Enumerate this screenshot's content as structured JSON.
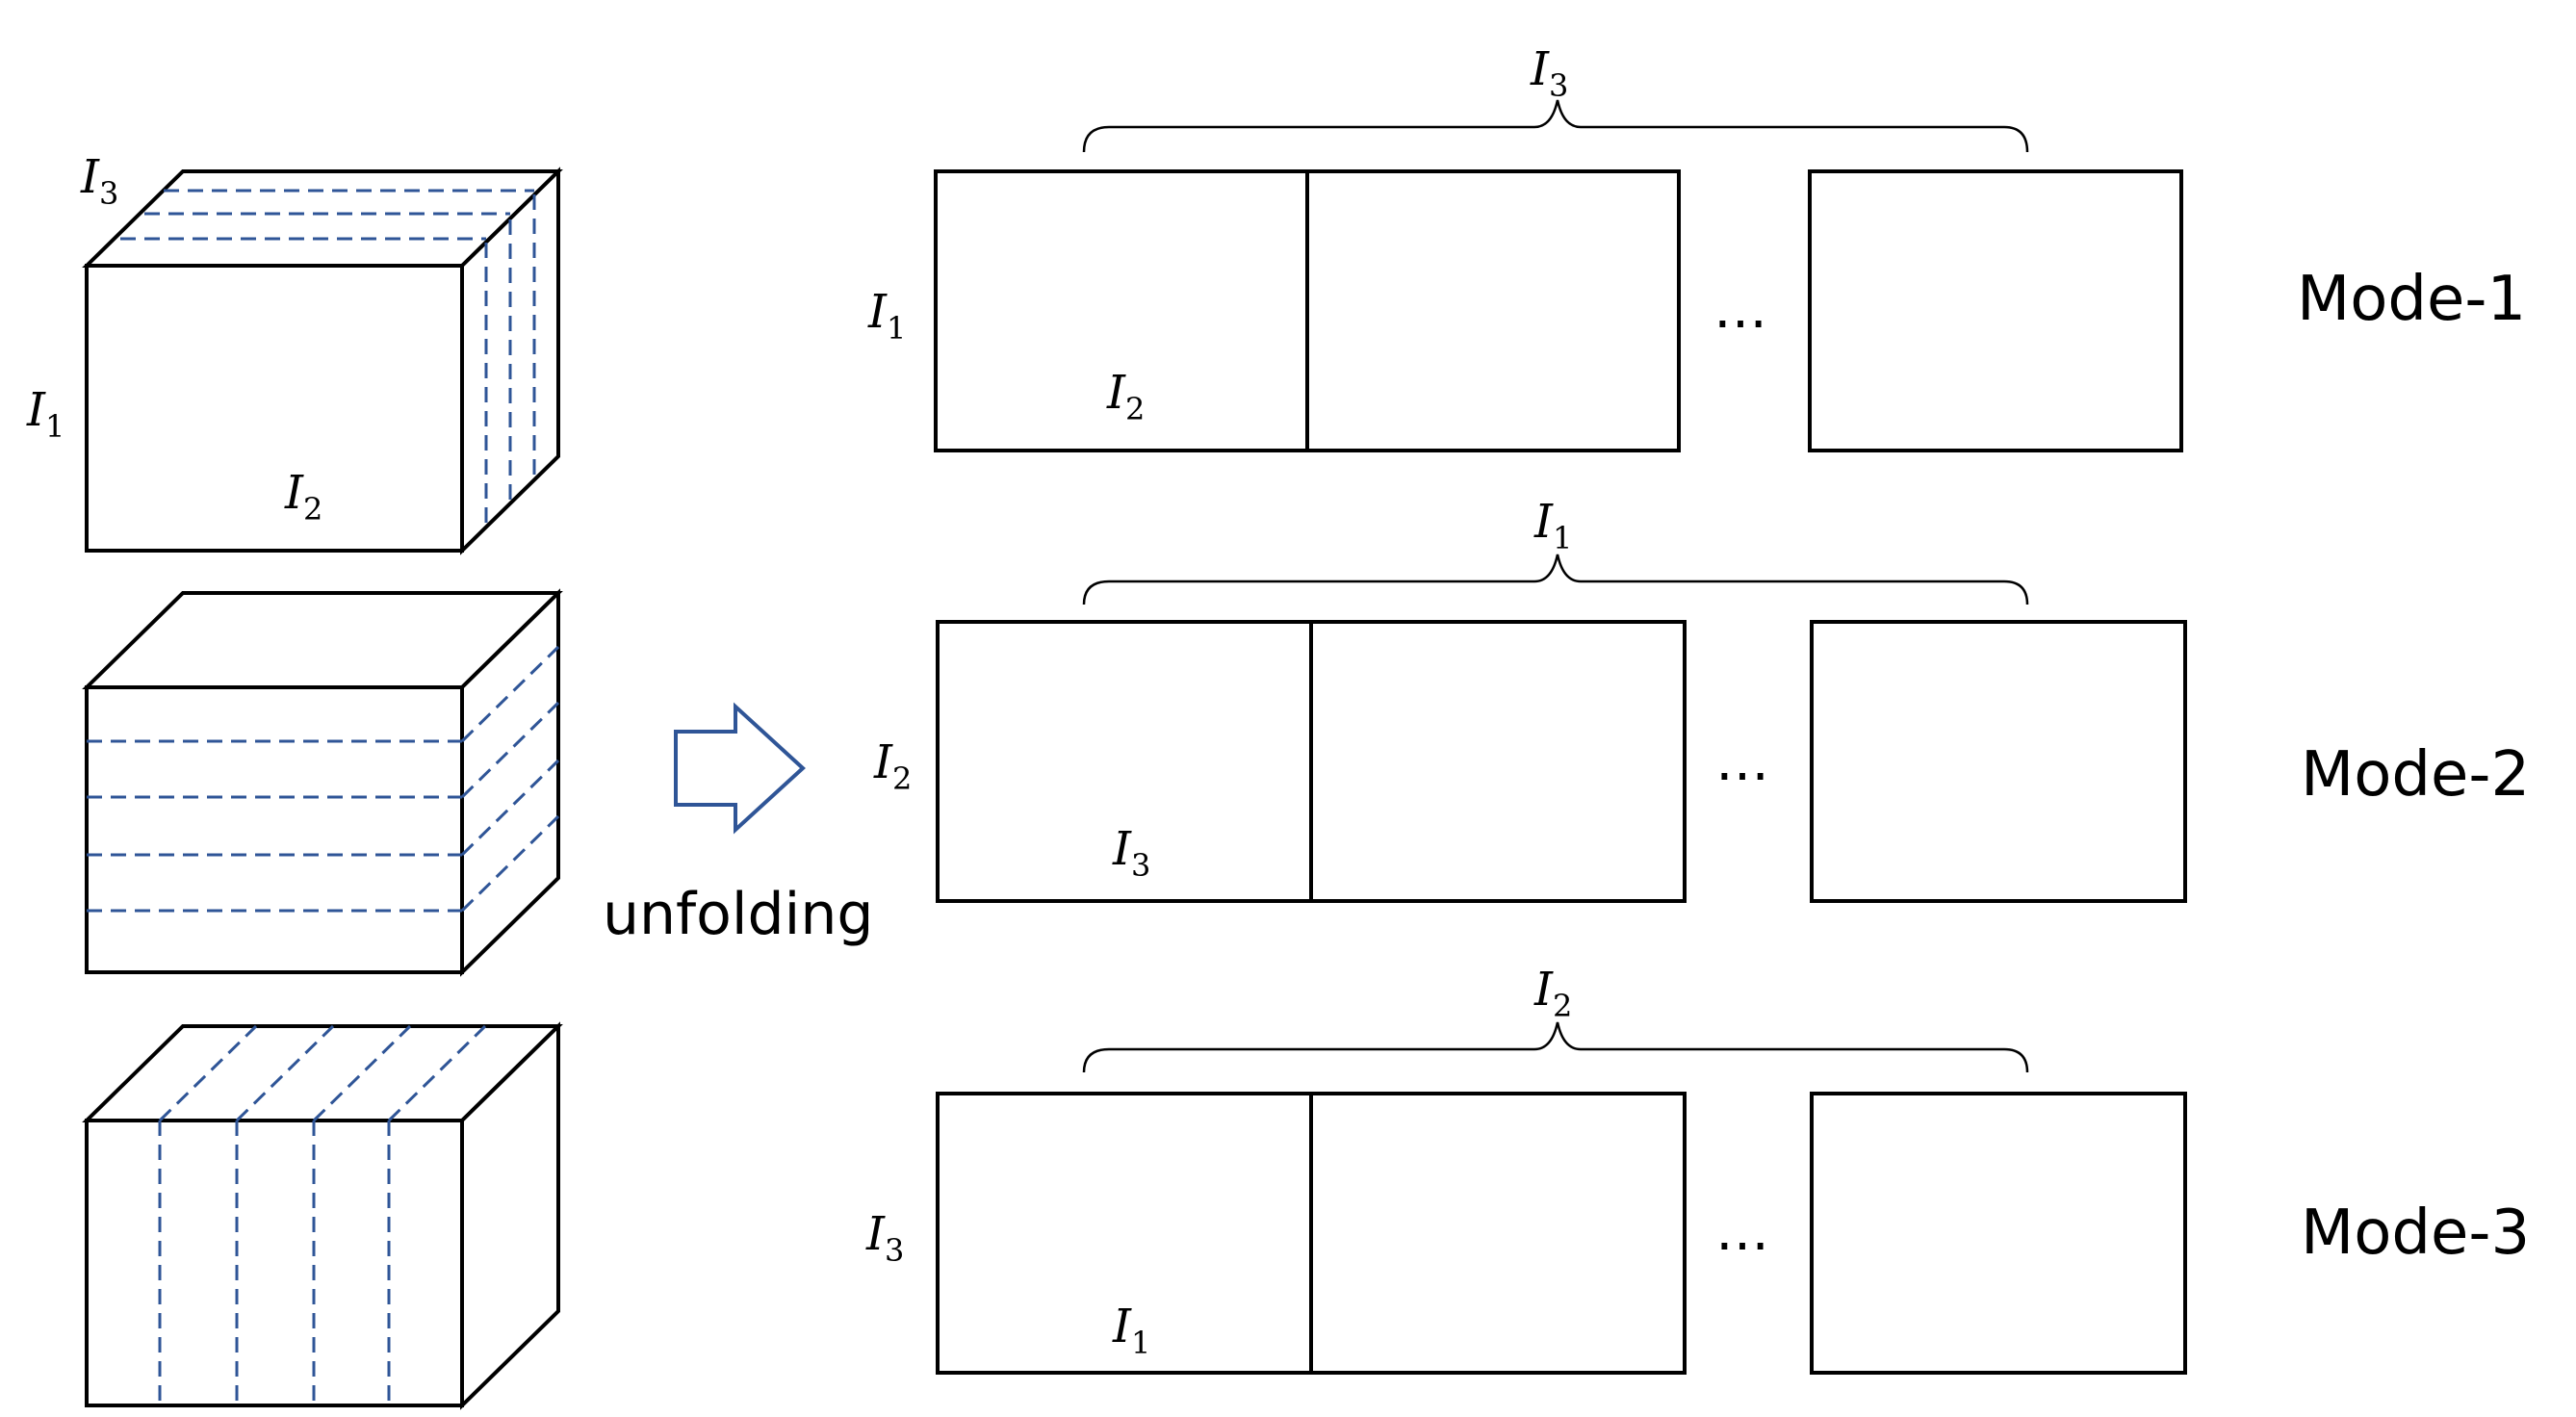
{
  "labels": {
    "base": "I",
    "sub1": "1",
    "sub2": "2",
    "sub3": "3"
  },
  "arrow_label": "unfolding",
  "ellipsis": "…",
  "modes": [
    {
      "name": "Mode-1",
      "brace_sub": "3",
      "row_sub": "1",
      "col_sub": "2"
    },
    {
      "name": "Mode-2",
      "brace_sub": "1",
      "row_sub": "2",
      "col_sub": "3"
    },
    {
      "name": "Mode-3",
      "brace_sub": "2",
      "row_sub": "3",
      "col_sub": "1"
    }
  ],
  "colors": {
    "outline": "#000000",
    "dashed_slices": "#2f5597",
    "arrow": "#2f5597"
  }
}
